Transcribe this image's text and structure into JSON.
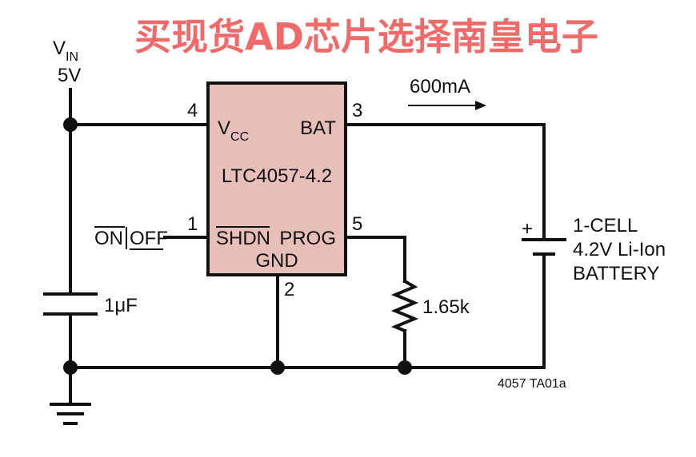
{
  "banner": {
    "text": "买现货AD芯片选择南皇电子",
    "color": "#f06a6a"
  },
  "supply": {
    "label": "V",
    "sub": "IN",
    "value": "5V"
  },
  "chip": {
    "name": "LTC4057-4.2",
    "fill": "#e8bfb8",
    "pins": {
      "vcc": {
        "number": "4",
        "label": "V",
        "sub": "CC"
      },
      "bat": {
        "number": "3",
        "label": "BAT"
      },
      "shdn": {
        "number": "1",
        "label": "SHDN"
      },
      "prog": {
        "number": "5",
        "label": "PROG"
      },
      "gnd": {
        "number": "2",
        "label": "GND"
      }
    }
  },
  "shutdown_input": {
    "on": "ON",
    "off": "OFF"
  },
  "current": {
    "label": "600mA"
  },
  "capacitor": {
    "label": "1μF"
  },
  "resistor": {
    "label": "1.65k"
  },
  "battery": {
    "polarity": "+",
    "line1": "1-CELL",
    "line2": "4.2V Li-Ion",
    "line3": "BATTERY"
  },
  "figure_id": "4057 TA01a"
}
